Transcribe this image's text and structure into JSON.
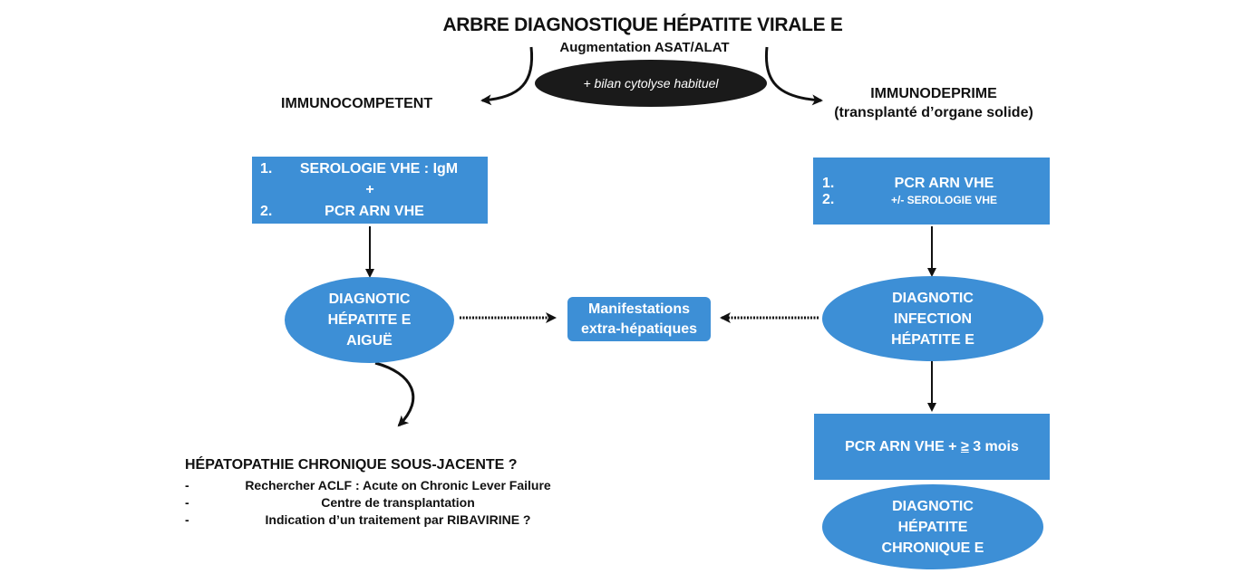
{
  "header": {
    "title": "ARBRE DIAGNOSTIQUE HÉPATITE VIRALE E",
    "subtitle": "Augmentation ASAT/ALAT",
    "pill": "+ bilan cytolyse habituel"
  },
  "left": {
    "branch_label": "IMMUNOCOMPETENT",
    "box": {
      "item1_num": "1.",
      "item1": "SEROLOGIE VHE : IgM",
      "plus": "+",
      "item2_num": "2.",
      "item2": "PCR ARN VHE"
    },
    "ellipse": {
      "line1": "DIAGNOTIC",
      "line2": "HÉPATITE E",
      "line3": "AIGUË"
    },
    "chronic": {
      "heading": "HÉPATOPATHIE CHRONIQUE SOUS-JACENTE ?",
      "bullets": [
        {
          "dash": "-",
          "text": "Rechercher ACLF : Acute on Chronic Lever Failure"
        },
        {
          "dash": "-",
          "text": "Centre de transplantation"
        },
        {
          "dash": "-",
          "text": "Indication d’un traitement par RIBAVIRINE ?"
        }
      ]
    }
  },
  "center": {
    "line1": "Manifestations",
    "line2": "extra-hépatiques"
  },
  "right": {
    "branch_label_1": "IMMUNODEPRIME",
    "branch_label_2": "(transplanté d’organe solide)",
    "box": {
      "item1_num": "1.",
      "item1": "PCR ARN VHE",
      "item2_num": "2.",
      "item2": "+/- SEROLOGIE VHE"
    },
    "ellipse": {
      "line1": "DIAGNOTIC",
      "line2": "INFECTION",
      "line3": "HÉPATITE E"
    },
    "pcr_box": {
      "prefix": "PCR ARN VHE + ",
      "symbol": "≥",
      "suffix": " 3 mois"
    },
    "ellipse2": {
      "line1": "DIAGNOTIC",
      "line2": "HÉPATITE",
      "line3": "CHRONIQUE E"
    }
  },
  "colors": {
    "box_blue": "#3d8fd6",
    "pill_black": "#1a1a1a",
    "arrow": "#111111"
  }
}
